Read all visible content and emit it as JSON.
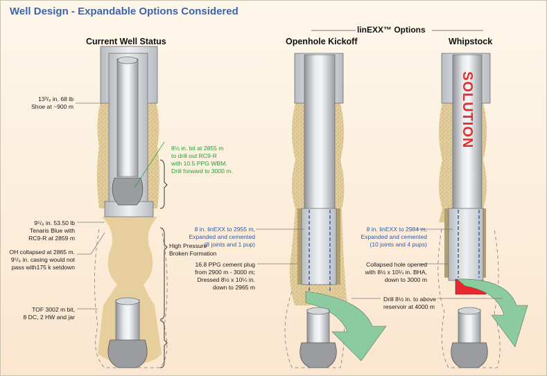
{
  "title": "Well Design - Expandable Options Considered",
  "group_header": "linEXX™ Options",
  "columns": [
    {
      "heading": "Current Well Status"
    },
    {
      "heading": "Openhole Kickoff"
    },
    {
      "heading": "Whipstock"
    }
  ],
  "solution_text": "SOLUTION",
  "labels": {
    "shoe_line1": "13³/₈ in. 68 lb",
    "shoe_line2": "Shoe at ~900 m",
    "bit_line1": "8½ in. bit at 2855 m",
    "bit_line2": "to drill out RC9-R",
    "bit_line3": "with 10.5 PPG WBM.",
    "bit_line4": "Drill forward to 3000 m.",
    "casing_line1": "9⁵/₈ in. 53.50 lb",
    "casing_line2": "Tenaris Blue with",
    "casing_line3": "RC9-R at 2859 m",
    "hp_line1": "High Pressure",
    "hp_line2": "Broken Formation",
    "oh_line1": "OH collapsed at 2865 m.",
    "oh_line2": "9⁵/₈ in. casing would not",
    "oh_line3": "pass with175 k setdown",
    "tof_line1": "TOF 3002 m bit,",
    "tof_line2": "8 DC, 2 HW and jar",
    "ok_linexx_line1": "8 in. linEXX to 2955 m,",
    "ok_linexx_line2": "Expanded and cemented",
    "ok_linexx_line3": "(8 joints and 1 pup)",
    "plug_line1": "16.8 PPG cement plug",
    "plug_line2": "from 2900 m - 3000 m;",
    "plug_line3": "Dressed 8½ x 10¼ in.",
    "plug_line4": "down to 2965 m",
    "ws_linexx_line1": "8 in. linEXX to 2984 m,",
    "ws_linexx_line2": "Expanded and cemented",
    "ws_linexx_line3": "(10 joints and 4 pups)",
    "collapsed_line1": "Collapsed hole opened",
    "collapsed_line2": "with 8½ x 10¼ in. BHA,",
    "collapsed_line3": "down to 3000 m",
    "drill_line1": "Drill 8½ in. to above",
    "drill_line2": "reservoir at 4000 m"
  },
  "colors": {
    "title": "#3e63ad",
    "annotation_blue": "#2f5aa8",
    "annotation_green": "#2a9a3c",
    "cement": "#e3cd9a",
    "formation_fill": "#eed8ab",
    "liner_dark": "#b09e6e",
    "arrow_green": "#8ccba0",
    "whipstock_red": "#e8282e",
    "solution_red": "#e03030"
  }
}
